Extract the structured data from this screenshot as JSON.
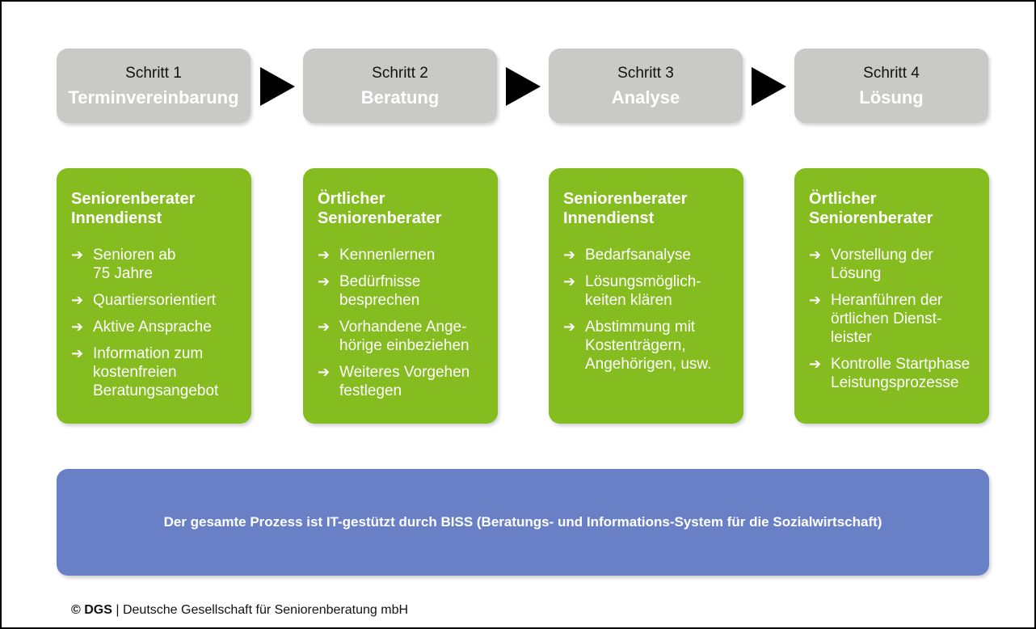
{
  "steps": [
    {
      "number": "Schritt 1",
      "name": "Terminvereinbarung"
    },
    {
      "number": "Schritt 2",
      "name": "Beratung"
    },
    {
      "number": "Schritt 3",
      "name": "Analyse"
    },
    {
      "number": "Schritt 4",
      "name": "Lösung"
    }
  ],
  "cards": [
    {
      "title": "Seniorenberater\nInnendienst",
      "items": [
        "Senioren ab\n75 Jahre",
        "Quartiersorientiert",
        "Aktive Ansprache",
        "Information zum\nkostenfreien\nBeratungsangebot"
      ]
    },
    {
      "title": "Örtlicher\nSeniorenberater",
      "items": [
        "Kennenlernen",
        "Bedürfnisse\nbesprechen",
        "Vorhandene Ange-\nhörige einbeziehen",
        "Weiteres Vorgehen\nfestlegen"
      ]
    },
    {
      "title": "Seniorenberater\nInnendienst",
      "items": [
        "Bedarfsanalyse",
        "Lösungsmöglich-\nkeiten klären",
        "Abstimmung mit\nKostenträgern,\nAngehörigen, usw."
      ]
    },
    {
      "title": "Örtlicher\nSeniorenberater",
      "items": [
        "Vorstellung der\nLösung",
        "Heranführen der\nörtlichen Dienst-\nleister",
        "Kontrolle Startphase\nLeistungsprozesse"
      ]
    }
  ],
  "banner": {
    "text": "Der gesamte Prozess ist IT-gestützt durch BISS (Beratungs- und Informations-System für die Sozialwirtschaft)"
  },
  "footer": {
    "copyright": "© DGS",
    "separator": "|",
    "company": "Deutsche Gesellschaft für Seniorenberatung mbH"
  },
  "bullet_glyph": "➔",
  "colors": {
    "step_box": "#c9c9c8",
    "card": "#85bc1f",
    "banner": "#6980c7",
    "arrow": "#000000"
  }
}
